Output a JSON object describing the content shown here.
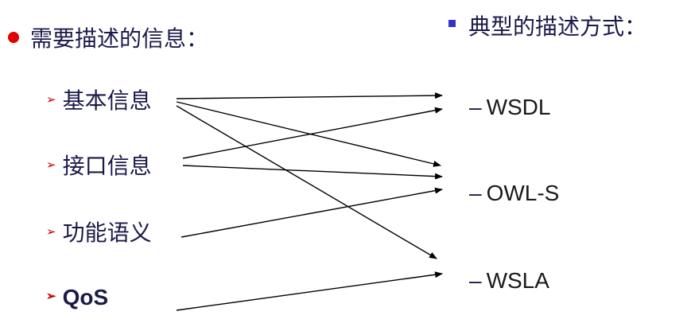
{
  "left_heading": "需要描述的信息：",
  "right_heading": "典型的描述方式：",
  "info_items": [
    {
      "label": "基本信息"
    },
    {
      "label": "接口信息"
    },
    {
      "label": "功能语义"
    },
    {
      "label": "QoS"
    }
  ],
  "approaches": [
    {
      "label": "WSDL"
    },
    {
      "label": "OWL-S"
    },
    {
      "label": "WSLA"
    }
  ],
  "colors": {
    "bullet_red": "#e00000",
    "arrow_bullet": "#cc0000",
    "square_blue": "#3333cc",
    "text_navy": "#1a1a4a"
  },
  "icons": {
    "left_heading_bullet": "red-dot-icon",
    "right_heading_bullet": "blue-square-icon",
    "item_bullet": "arrow-right-icon"
  }
}
